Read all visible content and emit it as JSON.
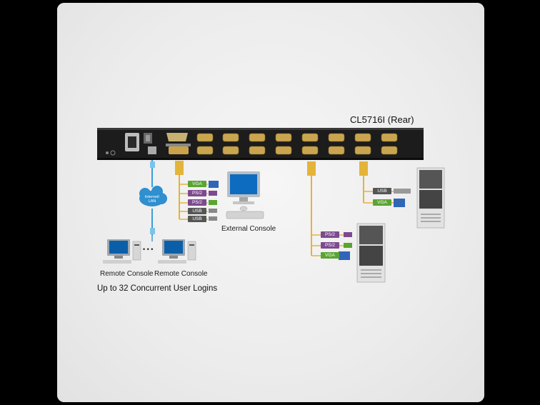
{
  "title": "CL5716I (Rear)",
  "cloud_label": "Internet/ LAN",
  "external_console_label": "External Console",
  "remote_consoles": [
    "Remote Console",
    "Remote Console"
  ],
  "ellipsis": "• • •",
  "logins_caption": "Up to 32 Concurrent User Logins",
  "console_cables": [
    "VGA",
    "PS/2",
    "PS/2",
    "USB",
    "USB"
  ],
  "server_ps2_cables": [
    "PS/2",
    "PS/2",
    "VGA"
  ],
  "server_usb_cables": [
    "USB",
    "VGA"
  ],
  "colors": {
    "vga": "#5aa532",
    "ps2": "#7e4a8f",
    "usb": "#555555",
    "lan": "#3a9fd8",
    "kvm_cable": "#e4b43a"
  }
}
